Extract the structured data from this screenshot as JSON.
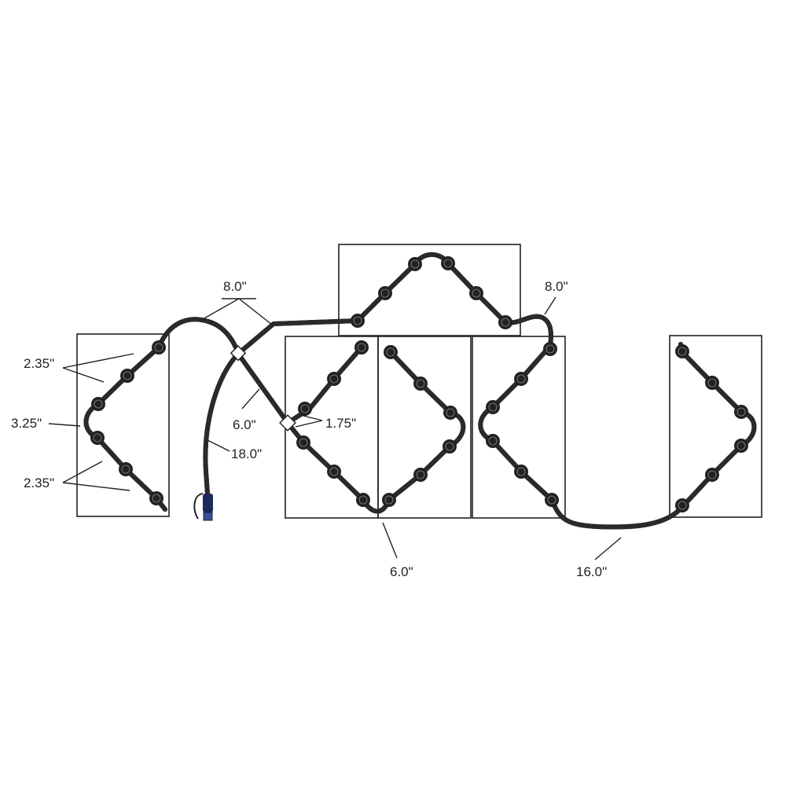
{
  "dimensions": {
    "top_left_8": "8.0\"",
    "top_right_8": "8.0\"",
    "left_2_35_a": "2.35\"",
    "left_3_25": "3.25\"",
    "left_2_35_b": "2.35\"",
    "mid_6_0": "6.0\"",
    "lead_18_0": "18.0\"",
    "spacing_1_75": "1.75\"",
    "bottom_6_0": "6.0\"",
    "bottom_16_0": "16.0\""
  },
  "colors": {
    "line": "#222222",
    "pod": "#222222",
    "connector": "#1c2a5c"
  }
}
